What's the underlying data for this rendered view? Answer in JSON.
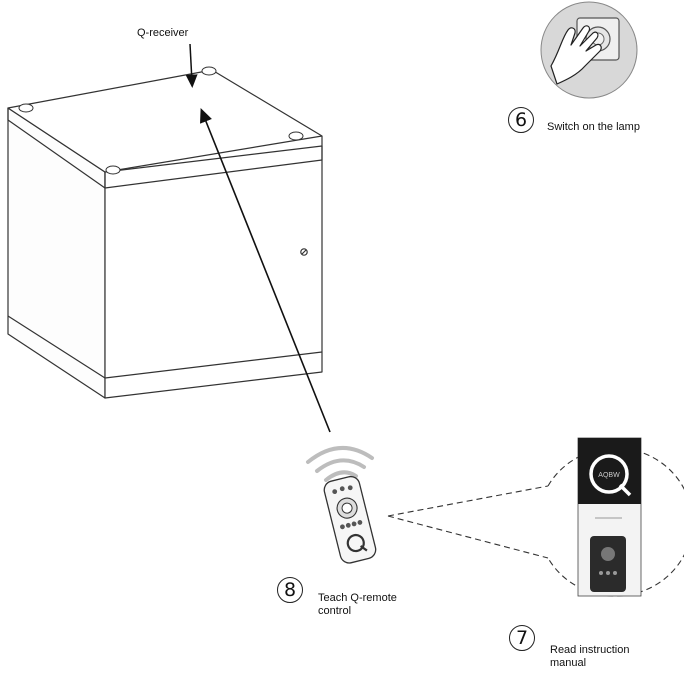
{
  "labels": {
    "q_receiver": "Q-receiver",
    "switch_lamp": "Switch on the lamp",
    "teach_remote": "Teach Q-remote\ncontrol",
    "read_manual": "Read instruction\nmanual"
  },
  "steps": {
    "six": "6",
    "seven": "7",
    "eight": "8"
  },
  "manual": {
    "brand": "AQBW"
  },
  "icons": {
    "hand_switch": "hand-pressing-wall-switch-icon",
    "remote": "remote-control-icon",
    "signal": "wireless-signal-icon",
    "cube": "cube-lamp-icon",
    "manual": "instruction-manual-icon"
  }
}
